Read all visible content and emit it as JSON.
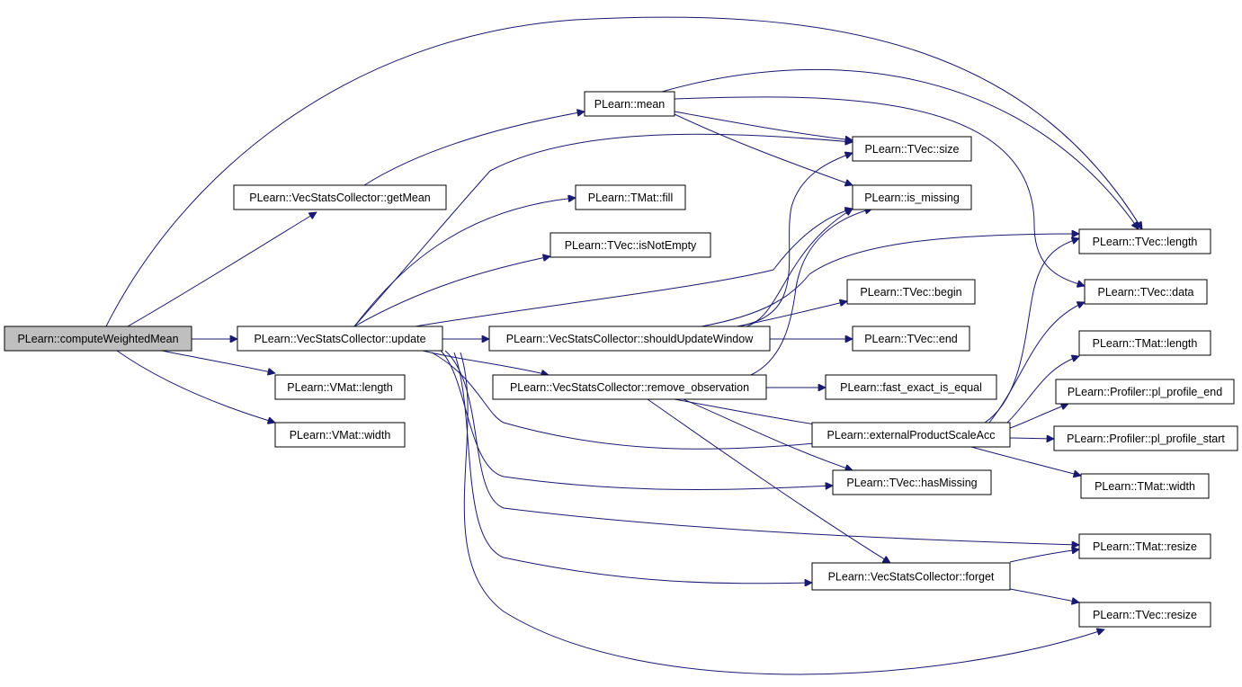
{
  "diagram": {
    "type": "call-graph",
    "root": "compute_weighted_mean",
    "nodes": [
      {
        "id": "compute_weighted_mean",
        "label": "PLearn::computeWeightedMean"
      },
      {
        "id": "mean",
        "label": "PLearn::mean"
      },
      {
        "id": "vsc_get_mean",
        "label": "PLearn::VecStatsCollector::getMean"
      },
      {
        "id": "tmat_fill",
        "label": "PLearn::TMat::fill"
      },
      {
        "id": "tvec_is_not_empty",
        "label": "PLearn::TVec::isNotEmpty"
      },
      {
        "id": "vsc_update",
        "label": "PLearn::VecStatsCollector::update"
      },
      {
        "id": "vmat_length",
        "label": "PLearn::VMat::length"
      },
      {
        "id": "vmat_width",
        "label": "PLearn::VMat::width"
      },
      {
        "id": "vsc_should_update_window",
        "label": "PLearn::VecStatsCollector::shouldUpdateWindow"
      },
      {
        "id": "vsc_remove_observation",
        "label": "PLearn::VecStatsCollector::remove_observation"
      },
      {
        "id": "tvec_size",
        "label": "PLearn::TVec::size"
      },
      {
        "id": "is_missing",
        "label": "PLearn::is_missing"
      },
      {
        "id": "tvec_begin",
        "label": "PLearn::TVec::begin"
      },
      {
        "id": "tvec_end",
        "label": "PLearn::TVec::end"
      },
      {
        "id": "fast_exact_is_equal",
        "label": "PLearn::fast_exact_is_equal"
      },
      {
        "id": "external_product_scale_acc",
        "label": "PLearn::externalProductScaleAcc"
      },
      {
        "id": "tvec_has_missing",
        "label": "PLearn::TVec::hasMissing"
      },
      {
        "id": "vsc_forget",
        "label": "PLearn::VecStatsCollector::forget"
      },
      {
        "id": "tvec_length",
        "label": "PLearn::TVec::length"
      },
      {
        "id": "tvec_data",
        "label": "PLearn::TVec::data"
      },
      {
        "id": "tmat_length",
        "label": "PLearn::TMat::length"
      },
      {
        "id": "profiler_pl_profile_end",
        "label": "PLearn::Profiler::pl_profile_end"
      },
      {
        "id": "profiler_pl_profile_start",
        "label": "PLearn::Profiler::pl_profile_start"
      },
      {
        "id": "tmat_width",
        "label": "PLearn::TMat::width"
      },
      {
        "id": "tmat_resize",
        "label": "PLearn::TMat::resize"
      },
      {
        "id": "tvec_resize",
        "label": "PLearn::TVec::resize"
      }
    ],
    "edges": [
      [
        "compute_weighted_mean",
        "vsc_get_mean"
      ],
      [
        "compute_weighted_mean",
        "vsc_update"
      ],
      [
        "compute_weighted_mean",
        "vmat_length"
      ],
      [
        "compute_weighted_mean",
        "vmat_width"
      ],
      [
        "compute_weighted_mean",
        "tvec_length"
      ],
      [
        "vsc_get_mean",
        "mean"
      ],
      [
        "mean",
        "tvec_size"
      ],
      [
        "mean",
        "is_missing"
      ],
      [
        "mean",
        "tvec_length"
      ],
      [
        "mean",
        "tvec_data"
      ],
      [
        "vsc_update",
        "tvec_size"
      ],
      [
        "vsc_update",
        "tmat_fill"
      ],
      [
        "vsc_update",
        "tvec_is_not_empty"
      ],
      [
        "vsc_update",
        "is_missing"
      ],
      [
        "vsc_update",
        "vsc_should_update_window"
      ],
      [
        "vsc_update",
        "vsc_remove_observation"
      ],
      [
        "vsc_update",
        "external_product_scale_acc"
      ],
      [
        "vsc_update",
        "tvec_has_missing"
      ],
      [
        "vsc_update",
        "tmat_resize"
      ],
      [
        "vsc_update",
        "vsc_forget"
      ],
      [
        "vsc_update",
        "tvec_resize"
      ],
      [
        "vsc_should_update_window",
        "tvec_size"
      ],
      [
        "vsc_should_update_window",
        "is_missing"
      ],
      [
        "vsc_should_update_window",
        "tvec_length"
      ],
      [
        "vsc_should_update_window",
        "tvec_begin"
      ],
      [
        "vsc_should_update_window",
        "tvec_end"
      ],
      [
        "vsc_remove_observation",
        "is_missing"
      ],
      [
        "vsc_remove_observation",
        "fast_exact_is_equal"
      ],
      [
        "vsc_remove_observation",
        "external_product_scale_acc"
      ],
      [
        "vsc_remove_observation",
        "tvec_has_missing"
      ],
      [
        "vsc_remove_observation",
        "vsc_forget"
      ],
      [
        "external_product_scale_acc",
        "tvec_length"
      ],
      [
        "external_product_scale_acc",
        "tvec_data"
      ],
      [
        "external_product_scale_acc",
        "tmat_length"
      ],
      [
        "external_product_scale_acc",
        "profiler_pl_profile_end"
      ],
      [
        "external_product_scale_acc",
        "profiler_pl_profile_start"
      ],
      [
        "external_product_scale_acc",
        "tmat_width"
      ],
      [
        "vsc_forget",
        "tmat_resize"
      ],
      [
        "vsc_forget",
        "tvec_resize"
      ]
    ]
  },
  "colors": {
    "edge": "#191970",
    "node_border": "#000000",
    "node_fill": "#ffffff",
    "root_fill": "#bfbfbf"
  }
}
